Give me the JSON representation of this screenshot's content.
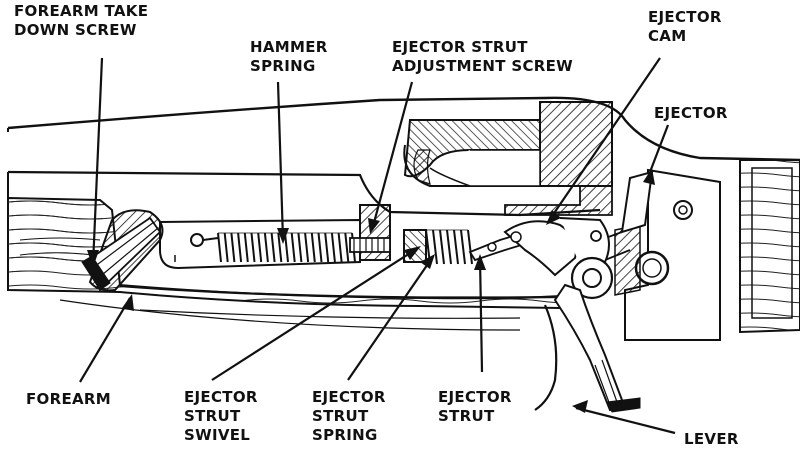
{
  "labels": {
    "forearm_take_down_screw": [
      "FOREARM TAKE",
      "DOWN SCREW"
    ],
    "hammer_spring": [
      "HAMMER",
      "SPRING"
    ],
    "ejector_strut_adjustment_screw": [
      "EJECTOR STRUT",
      "ADJUSTMENT SCREW"
    ],
    "ejector_cam": [
      "EJECTOR",
      "CAM"
    ],
    "ejector": [
      "EJECTOR"
    ],
    "forearm": [
      "FOREARM"
    ],
    "ejector_strut_swivel": [
      "EJECTOR",
      "STRUT",
      "SWIVEL"
    ],
    "ejector_strut_spring": [
      "EJECTOR",
      "STRUT",
      "SPRING"
    ],
    "ejector_strut": [
      "EJECTOR",
      "STRUT"
    ],
    "lever": [
      "LEVER"
    ]
  }
}
